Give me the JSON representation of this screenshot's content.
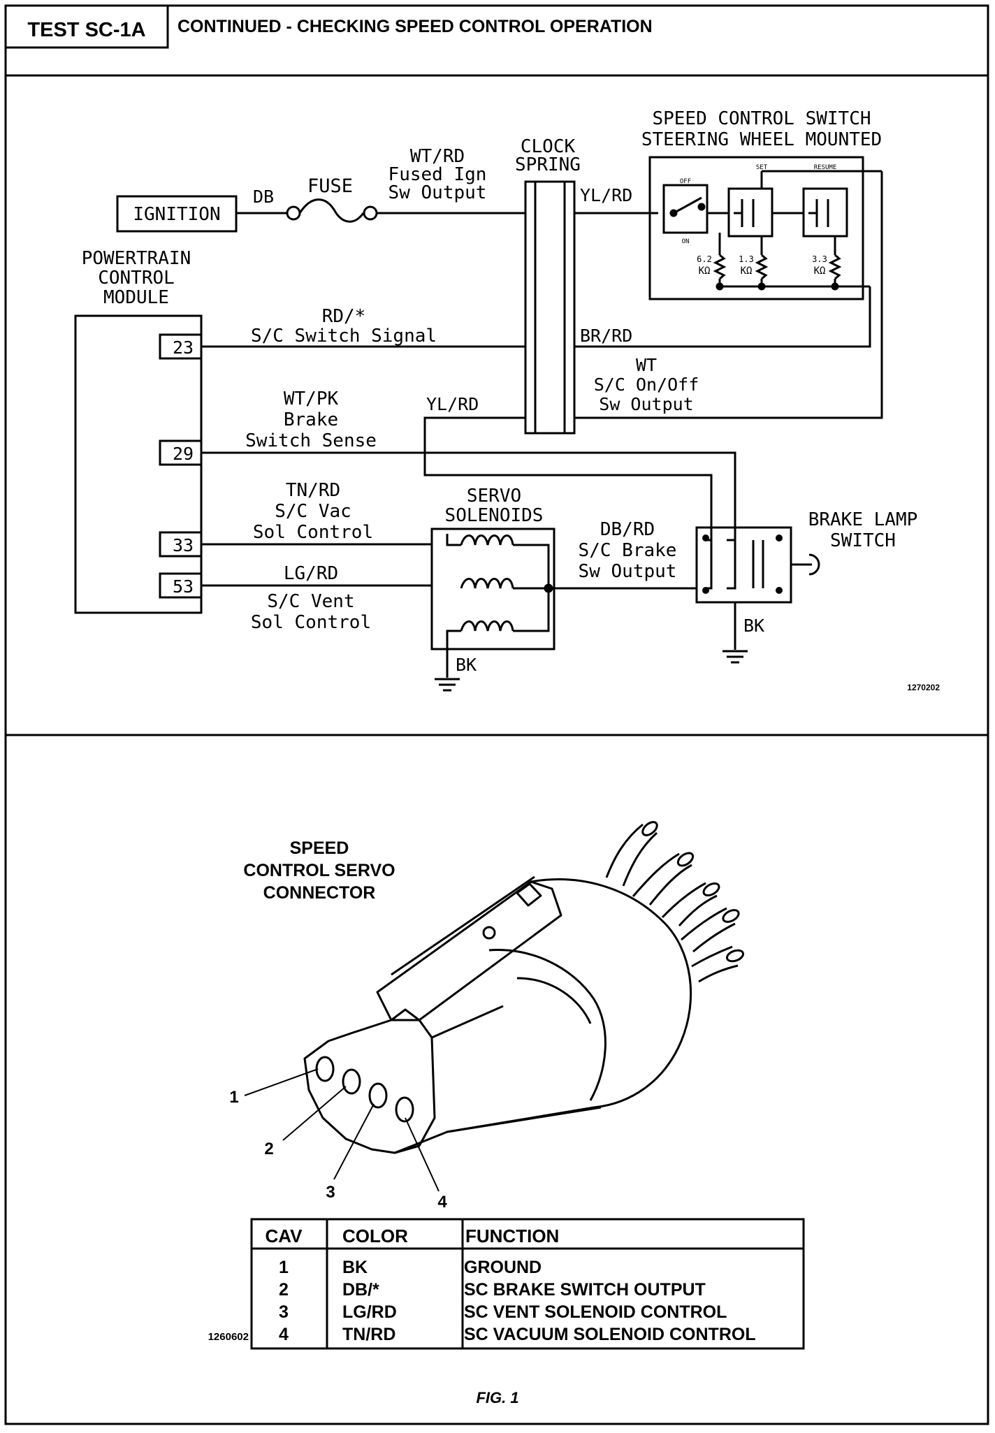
{
  "header": {
    "test_id": "TEST SC-1A",
    "title": "CONTINUED - CHECKING SPEED CONTROL OPERATION"
  },
  "schematic": {
    "ignition": "IGNITION",
    "fuse": "FUSE",
    "wire_db": "DB",
    "fused_wire": [
      "WT/RD",
      "Fused Ign",
      "Sw Output"
    ],
    "clock_spring": [
      "CLOCK",
      "SPRING"
    ],
    "switch_title": [
      "SPEED CONTROL SWITCH",
      "STEERING WHEEL MOUNTED"
    ],
    "switch_small": {
      "off": "OFF",
      "on": "ON",
      "set": "SET",
      "resume": "RESUME"
    },
    "resistors": [
      "6.2",
      "1.3",
      "3.3"
    ],
    "resistor_unit": "KΩ",
    "yl_rd_top": "YL/RD",
    "pcm": [
      "POWERTRAIN",
      "CONTROL",
      "MODULE"
    ],
    "pins": [
      "23",
      "29",
      "33",
      "53"
    ],
    "signal_wire": [
      "RD/*",
      "S/C Switch Signal"
    ],
    "br_rd": "BR/RD",
    "onoff_wire": [
      "WT",
      "S/C On/Off",
      "Sw Output"
    ],
    "yl_rd_mid": "YL/RD",
    "brake_sense": [
      "WT/PK",
      "Brake",
      "Switch Sense"
    ],
    "vac_wire": [
      "TN/RD",
      "S/C Vac",
      "Sol Control"
    ],
    "vent_wire": [
      "LG/RD",
      "S/C Vent",
      "Sol Control"
    ],
    "servo": [
      "SERVO",
      "SOLENOIDS"
    ],
    "brake_out": [
      "DB/RD",
      "S/C Brake",
      "Sw Output"
    ],
    "brake_lamp": [
      "BRAKE LAMP",
      "SWITCH"
    ],
    "bk_servo": "BK",
    "bk_lamp": "BK",
    "fig_code": "1270202"
  },
  "connector": {
    "title": [
      "SPEED",
      "CONTROL SERVO",
      "CONNECTOR"
    ],
    "callouts": [
      "1",
      "2",
      "3",
      "4"
    ],
    "fig_code": "1260602",
    "table": {
      "headers": [
        "CAV",
        "COLOR",
        "FUNCTION"
      ],
      "rows": [
        [
          "1",
          "BK",
          "GROUND"
        ],
        [
          "2",
          "DB/*",
          "SC BRAKE SWITCH OUTPUT"
        ],
        [
          "3",
          "LG/RD",
          "SC VENT SOLENOID CONTROL"
        ],
        [
          "4",
          "TN/RD",
          "SC VACUUM SOLENOID CONTROL"
        ]
      ]
    }
  },
  "fig_label": "FIG. 1"
}
